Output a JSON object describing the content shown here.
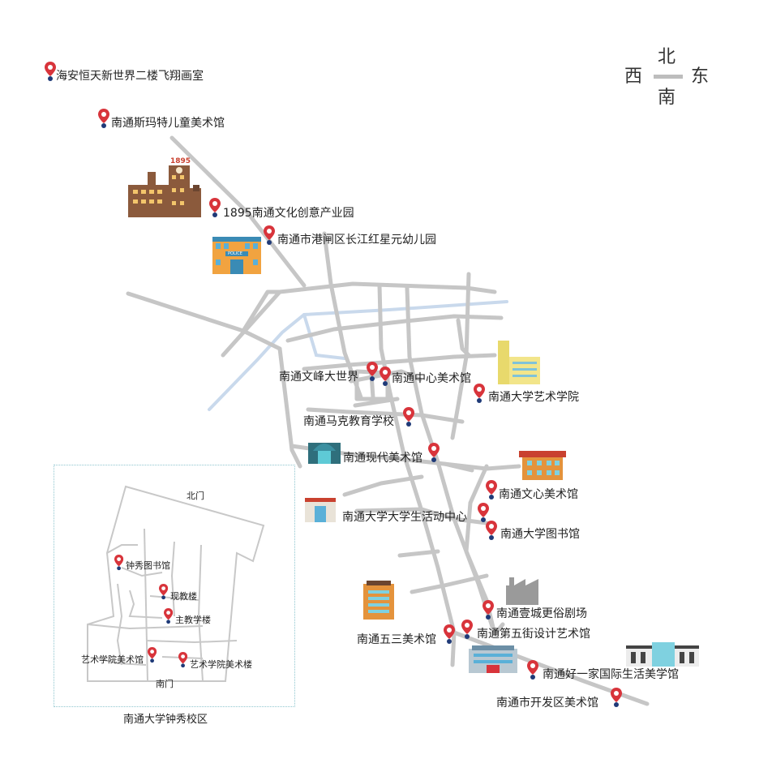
{
  "compass": {
    "north": "北",
    "south": "南",
    "west": "西",
    "east": "东"
  },
  "colors": {
    "road": "#c6c6c6",
    "river": "#c9d9ec",
    "pin_head": "#d8343b",
    "pin_dot": "#1f3a78",
    "inset_border": "#8fc6cf"
  },
  "locations": {
    "haian": "海安恒天新世界二楼飞翔画室",
    "smart": "南通斯玛特儿童美术馆",
    "park1895": "1895南通文化创意产业园",
    "kindergarten": "南通市港闸区长江红星元幼儿园",
    "wenfeng": "南通文峰大世界",
    "center_museum": "南通中心美术馆",
    "art_college": "南通大学艺术学院",
    "mark_school": "南通马克教育学校",
    "modern_museum": "南通现代美术馆",
    "wenxin": "南通文心美术馆",
    "student_center": "南通大学大学生活动中心",
    "library": "南通大学图书馆",
    "yicheng": "南通壹城更俗剧场",
    "wusan": "南通五三美术馆",
    "fifth_ave": "南通第五街设计艺术馆",
    "haoyijia": "南通好一家国际生活美学馆",
    "dev_zone": "南通市开发区美术馆"
  },
  "inset": {
    "title": "南通大学钟秀校区",
    "north_gate": "北门",
    "south_gate": "南门",
    "zhongxiu_library": "钟秀图书馆",
    "xianjiao": "现教楼",
    "main_building": "主教学楼",
    "art_museum": "艺术学院美术馆",
    "art_building": "艺术学院美术楼"
  },
  "buildings": {
    "factory_sign": "1895",
    "police_sign": "POLICE"
  }
}
